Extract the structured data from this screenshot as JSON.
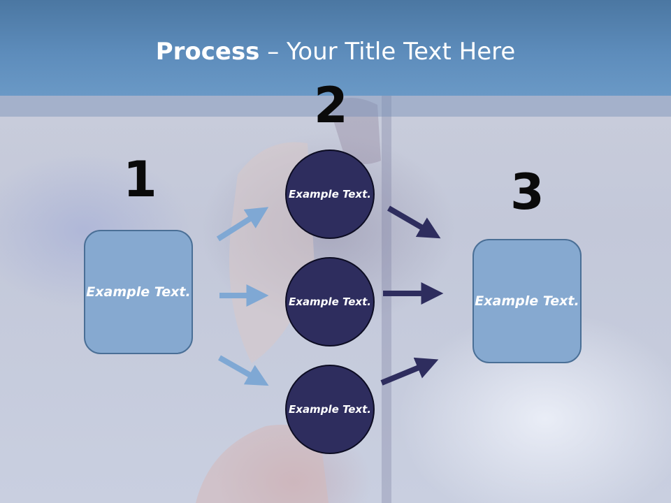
{
  "title": {
    "bold": "Process",
    "rest": " – Your Title Text Here"
  },
  "steps": {
    "one": "1",
    "two": "2",
    "three": "3"
  },
  "boxes": {
    "left": "Example Text.",
    "right": "Example Text."
  },
  "circles": {
    "top": "Example Text.",
    "middle": "Example Text.",
    "bottom": "Example Text."
  },
  "colors": {
    "header": "#5d8cbb",
    "box_fill": "#86a9d0",
    "circle_fill": "#2e2d5e",
    "light_arrow": "#7fa8d4",
    "dark_arrow": "#2e2d5e"
  }
}
